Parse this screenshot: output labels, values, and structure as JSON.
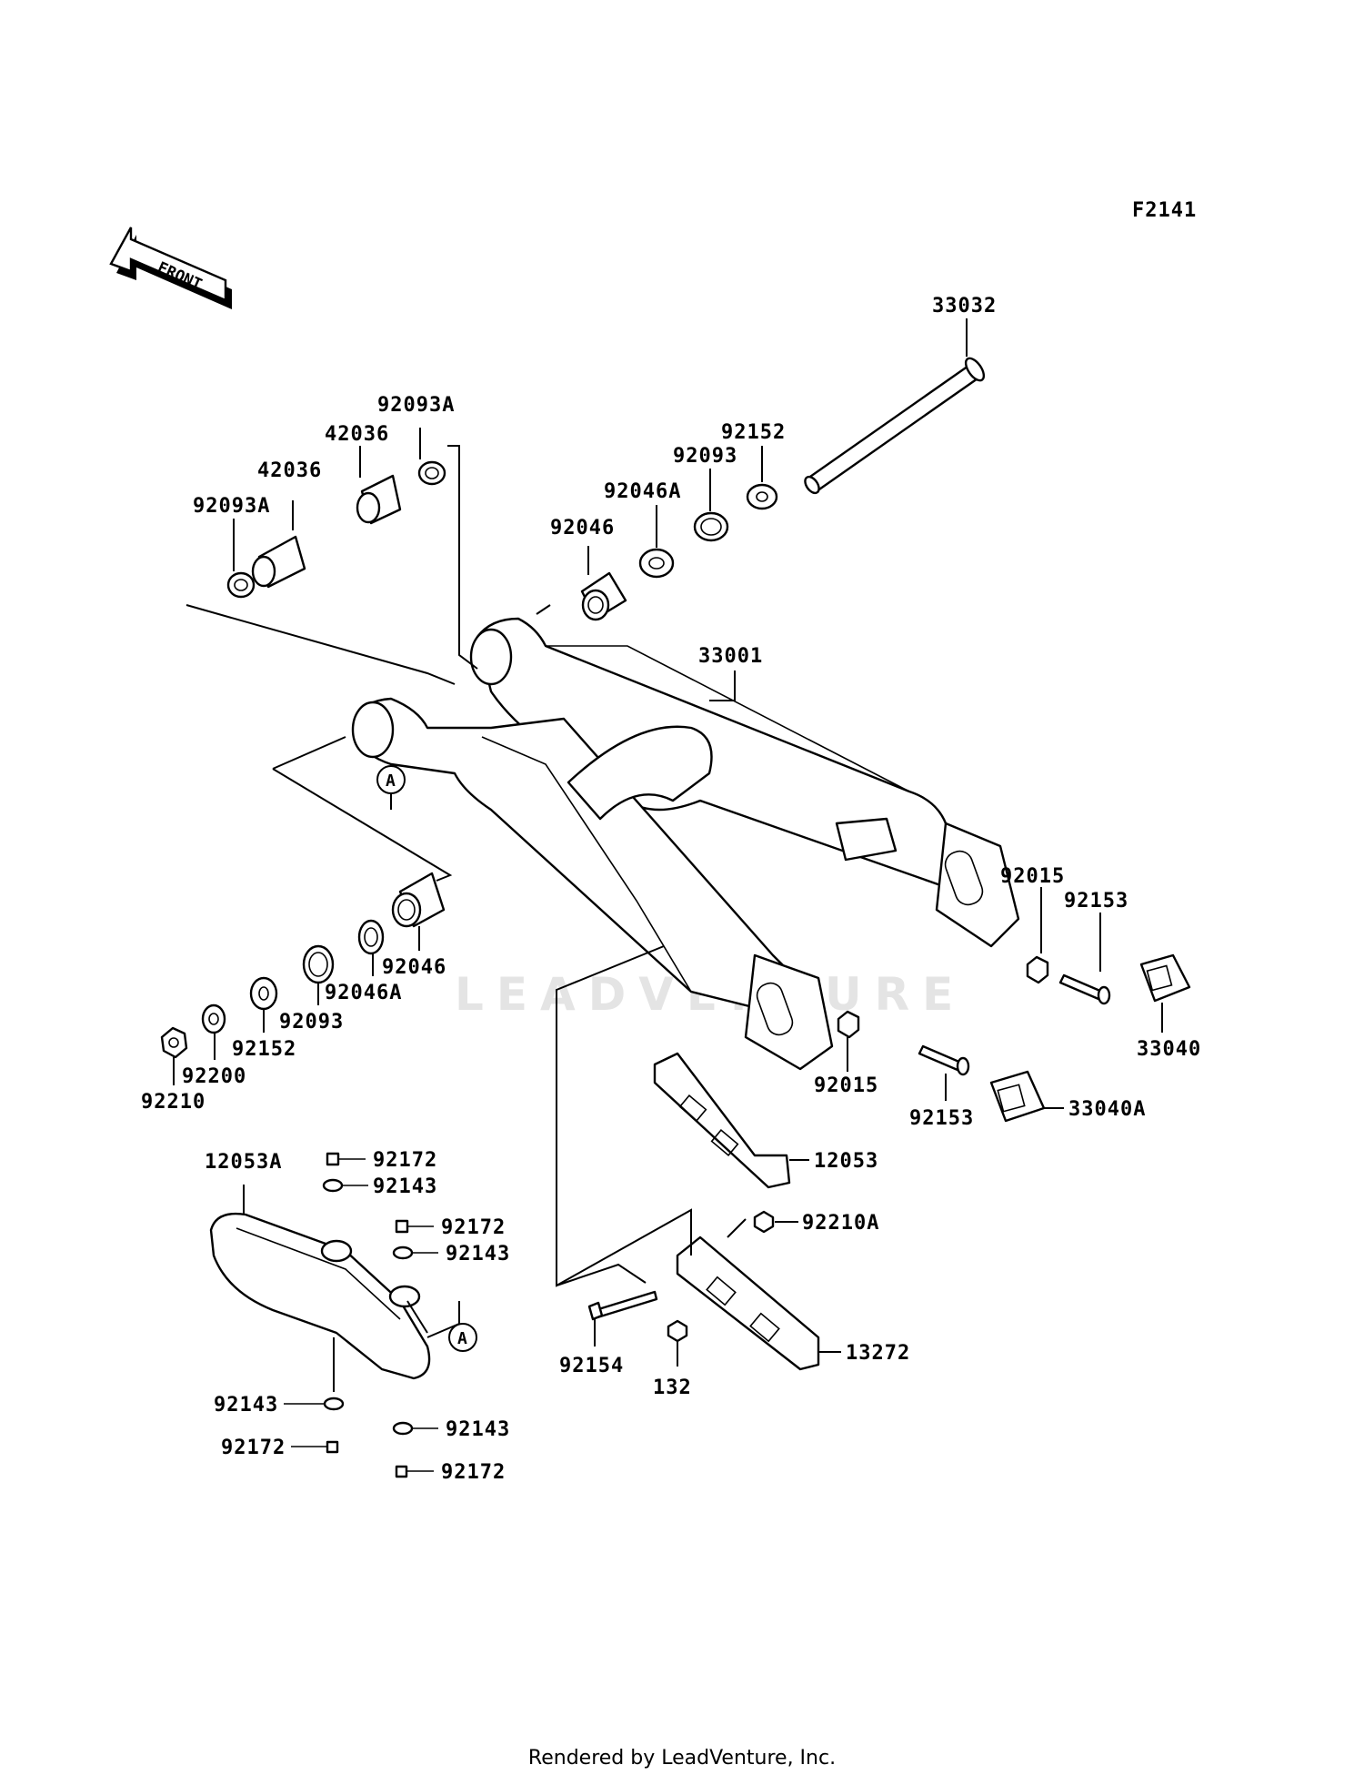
{
  "figure_code": "F2141",
  "front_label": "FRONT",
  "watermark": "LEADVENTURE",
  "footer": "Rendered by LeadVenture, Inc.",
  "callout_a": "A",
  "parts": {
    "p33032": "33032",
    "p92093A_top": "92093A",
    "p42036_a": "42036",
    "p42036_b": "42036",
    "p92093A_left": "92093A",
    "p92152_top": "92152",
    "p92093_top": "92093",
    "p92046A_top": "92046A",
    "p92046_top": "92046",
    "p33001": "33001",
    "p92015_a": "92015",
    "p92153_a": "92153",
    "p33040": "33040",
    "p92046_bot": "92046",
    "p92046A_bot": "92046A",
    "p92093_bot": "92093",
    "p92152_bot": "92152",
    "p92200": "92200",
    "p92210": "92210",
    "p92015_b": "92015",
    "p92153_b": "92153",
    "p33040A": "33040A",
    "p12053": "12053",
    "p12053A": "12053A",
    "p92172_a": "92172",
    "p92143_a": "92143",
    "p92172_b": "92172",
    "p92143_b": "92143",
    "p92210A": "92210A",
    "p92154": "92154",
    "p132": "132",
    "p13272": "13272",
    "p92143_c": "92143",
    "p92143_d": "92143",
    "p92172_c": "92172",
    "p92172_d": "92172"
  }
}
